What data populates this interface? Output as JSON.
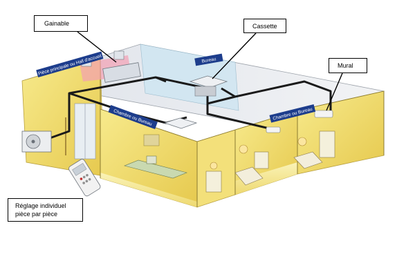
{
  "callouts": {
    "gainable": "Gainable",
    "cassette": "Cassette",
    "mural": "Mural",
    "reglage_line1": "Réglage individuel",
    "reglage_line2": "pièce par pièce"
  },
  "room_labels": {
    "hall": "Pièce principale ou Hall d'accueil",
    "bureau": "Bureau",
    "chambre_left": "Chambre ou Bureau",
    "chambre_right": "Chambre ou Bureau"
  },
  "colors": {
    "wall_yellow": "#f2e07a",
    "floor_yellow": "#f6ec9e",
    "duct_pipe": "#1a1a1a",
    "label_banner": "#1d3d8c",
    "air_flow_pink": "#f4a0b4"
  }
}
